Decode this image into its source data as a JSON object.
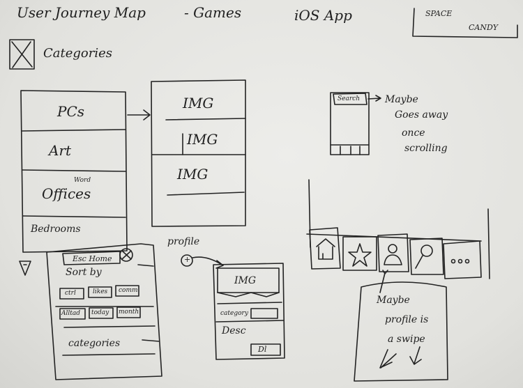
{
  "header": {
    "title": "User Journey Map",
    "platform_left": "- Games",
    "platform_right": "iOS App",
    "brand_line1": "SPACE",
    "brand_line2": "CANDY"
  },
  "categories_legend": {
    "label": "Categories"
  },
  "category_list": {
    "items": [
      "PCs",
      "Art",
      "Offices",
      "Bedrooms"
    ],
    "offices_note": "Word"
  },
  "image_list": {
    "items": [
      "IMG",
      "IMG",
      "IMG"
    ]
  },
  "sort_panel": {
    "title": "Sort by",
    "search_tab": "Esc Home",
    "chips_row1": [
      "ctrl",
      "likes",
      "comm"
    ],
    "chips_row2": [
      "Alltad",
      "today",
      "month"
    ],
    "footer": "categories"
  },
  "profile_flow": {
    "label": "profile",
    "plus": "+"
  },
  "detail_screen": {
    "image": "IMG",
    "category": "category",
    "desc": "Desc",
    "button": "Dl"
  },
  "search_note": {
    "search": "Search",
    "lines": [
      "Maybe",
      "Goes away",
      "once",
      "scrolling"
    ]
  },
  "tab_bar": {
    "icons": [
      "home-icon",
      "star-icon",
      "user-icon",
      "search-icon",
      "more-icon"
    ]
  },
  "profile_note": {
    "lines": [
      "Maybe",
      "profile is",
      "a swipe"
    ]
  }
}
